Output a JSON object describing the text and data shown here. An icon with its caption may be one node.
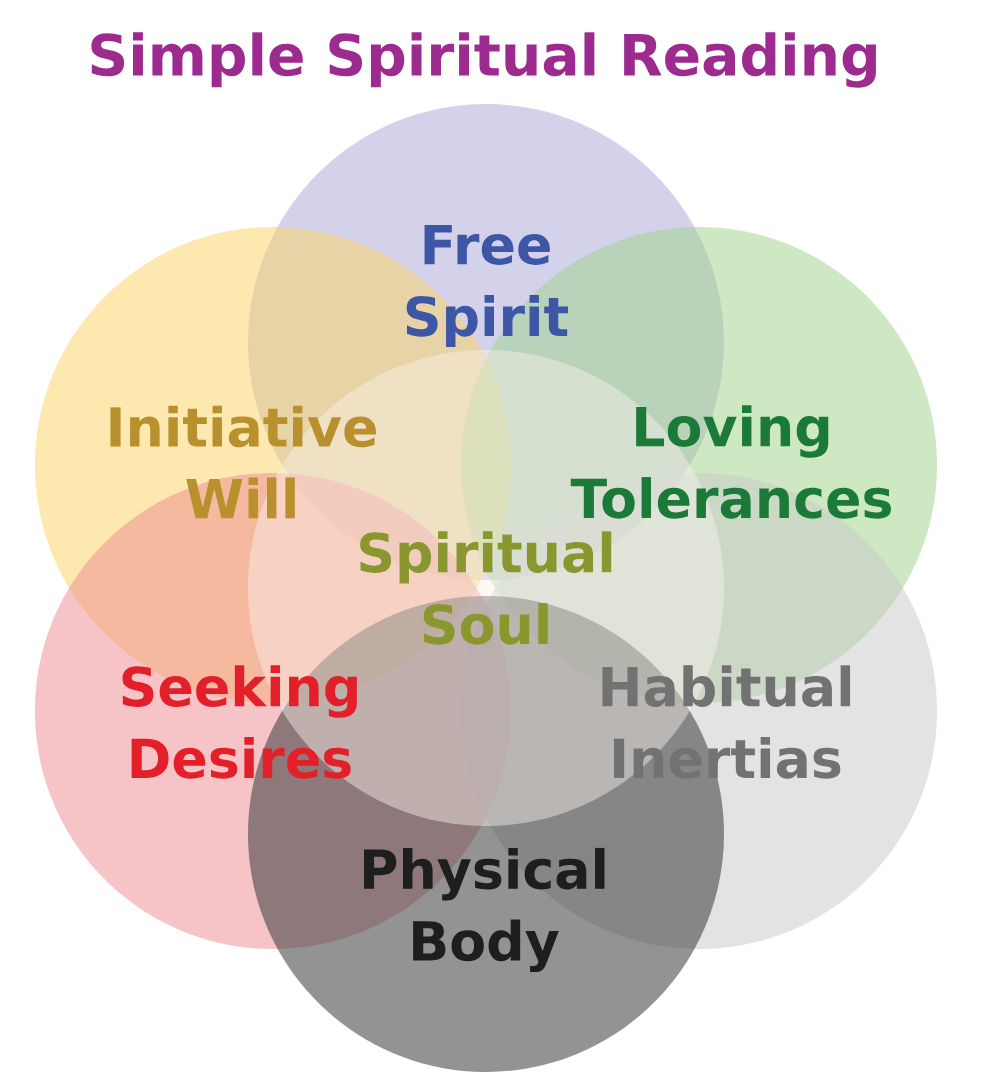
{
  "diagram": {
    "title": "Simple Spiritual Reading",
    "nodes": [
      {
        "text": [
          "Free Spirit"
        ]
      },
      {
        "text": [
          "Initiative Will"
        ]
      },
      {
        "text": [
          "Loving Tolerances"
        ]
      },
      {
        "text": [
          "Spiritual Soul"
        ]
      },
      {
        "text": [
          "Seeking Desires"
        ]
      },
      {
        "text": [
          "Habitual Inertias"
        ]
      },
      {
        "text": [
          "Physical Body"
        ]
      }
    ]
  }
}
